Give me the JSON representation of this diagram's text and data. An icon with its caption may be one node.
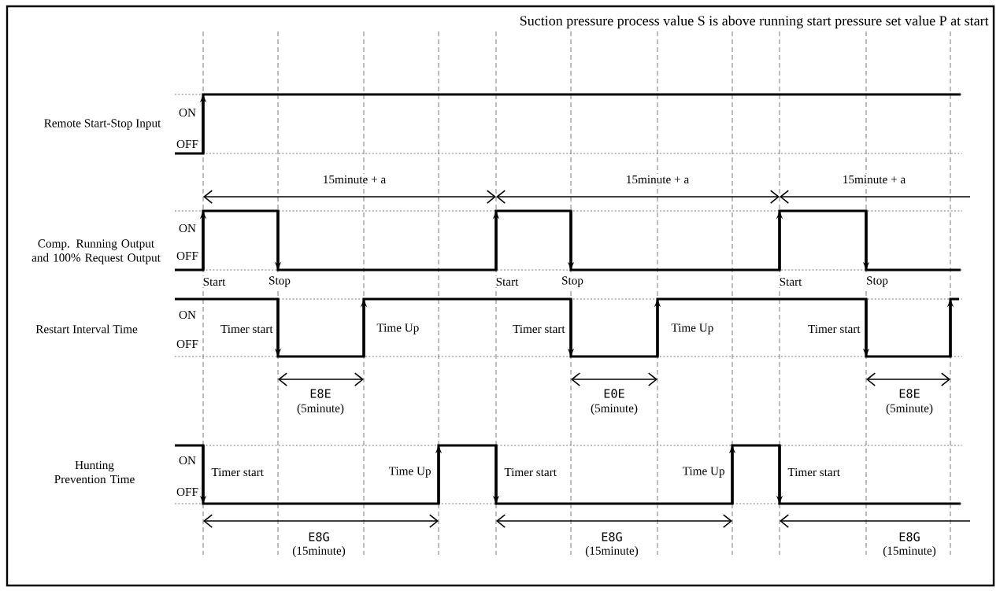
{
  "diagram": {
    "title": "Suction pressure process value S is above running start pressure set value P at start",
    "labels": [
      "Remote Start-Stop Input",
      "ON",
      "OFF",
      "15minute + a",
      "15minute + a",
      "15minute + a",
      "Comp. Running Output and 100% Request Output",
      "ON",
      "OFF",
      "Start",
      "Stop",
      "Start",
      "Stop",
      "Start",
      "Stop",
      "Restart Interval Time",
      "ON",
      "OFF",
      "Timer start",
      "Time Up",
      "Timer start",
      "Time Up",
      "Timer start",
      "E8E",
      "(5minute)",
      "E0E",
      "(5minute)",
      "E8E",
      "(5minute)",
      "Hunting Prevention Time",
      "ON",
      "OFF",
      "Timer start",
      "Time Up",
      "Timer start",
      "Time Up",
      "Timer start",
      "E8G",
      "(15minute)",
      "E8G",
      "(15minute)",
      "E8G",
      "(15minute)"
    ]
  }
}
